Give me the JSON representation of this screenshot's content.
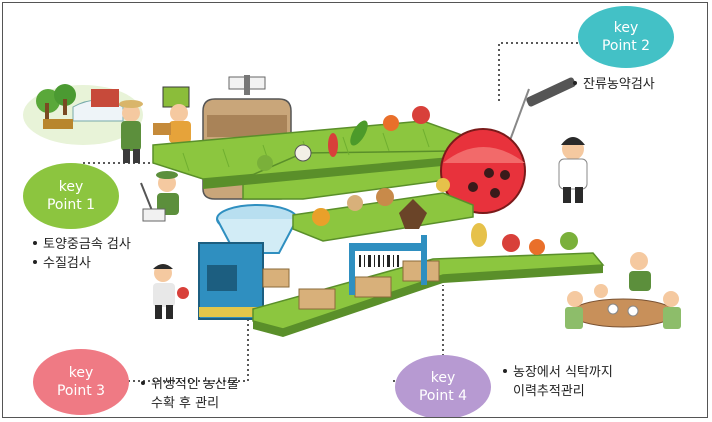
{
  "key_points": [
    {
      "line1": "key",
      "line2": "Point 1",
      "color": "#8cc53f",
      "items": [
        "토양중금속 검사",
        "수질검사"
      ]
    },
    {
      "line1": "key",
      "line2": "Point 2",
      "color": "#43c1c6",
      "items": [
        "잔류농약검사"
      ]
    },
    {
      "line1": "key",
      "line2": "Point 3",
      "color": "#ef7a84",
      "items": [
        "위생적인 농산물",
        "수확 후 관리"
      ]
    },
    {
      "line1": "key",
      "line2": "Point 4",
      "color": "#b79ad2",
      "items": [
        "농장에서 식탁까지",
        "이력추적관리"
      ]
    }
  ],
  "colors": {
    "belt_green": "#8cc63f",
    "belt_edge": "#5a8f2a",
    "flask_red": "#e8323c",
    "box_brown": "#d8b07a",
    "machine_blue": "#2f8fc0"
  }
}
